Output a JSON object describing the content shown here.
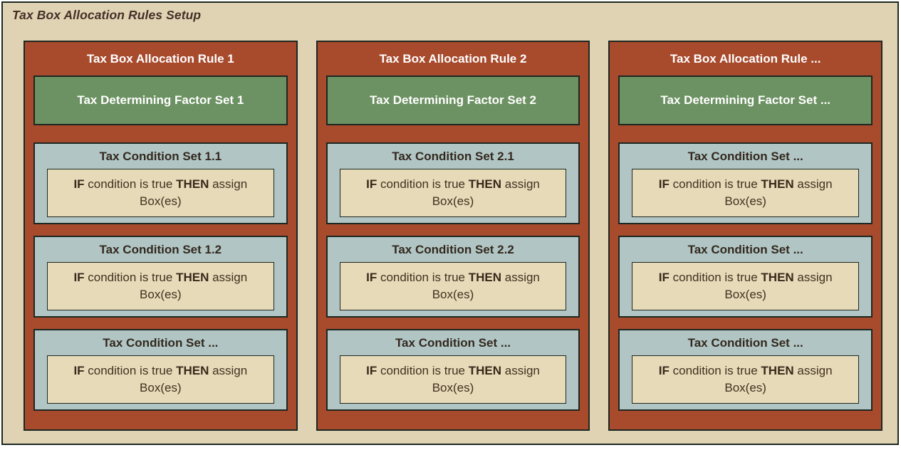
{
  "diagram": {
    "title": "Tax Box Allocation Rules Setup"
  },
  "condition_body": {
    "if_keyword": "IF",
    "middle_text": " condition is true ",
    "then_keyword": "THEN",
    "trailing_text": " assign",
    "second_line": "Box(es)"
  },
  "rules": [
    {
      "title": "Tax Box Allocation Rule 1",
      "factor_set_label": "Tax Determining Factor Set 1",
      "condition_sets": [
        "Tax Condition Set 1.1",
        "Tax Condition Set 1.2",
        "Tax Condition Set ..."
      ]
    },
    {
      "title": "Tax Box Allocation Rule 2",
      "factor_set_label": "Tax Determining Factor Set 2",
      "condition_sets": [
        "Tax Condition Set 2.1",
        "Tax Condition Set 2.2",
        "Tax Condition Set ..."
      ]
    },
    {
      "title": "Tax Box Allocation Rule ...",
      "factor_set_label": "Tax Determining Factor Set ...",
      "condition_sets": [
        "Tax Condition Set ...",
        "Tax Condition Set ...",
        "Tax Condition Set ..."
      ]
    }
  ],
  "colors": {
    "canvas_background": "#FFFFFF",
    "diagram_background": "#E0D3B3",
    "rule_background": "#A84B2D",
    "factor_set_background": "#6C9162",
    "condition_set_background": "#B1C6C4",
    "if_box_background": "#E6DAB9",
    "border": "#1D2721",
    "title_text": "#453028",
    "light_text": "#FFFFFF",
    "dark_text": "#33281F",
    "body_text": "#44301F"
  }
}
